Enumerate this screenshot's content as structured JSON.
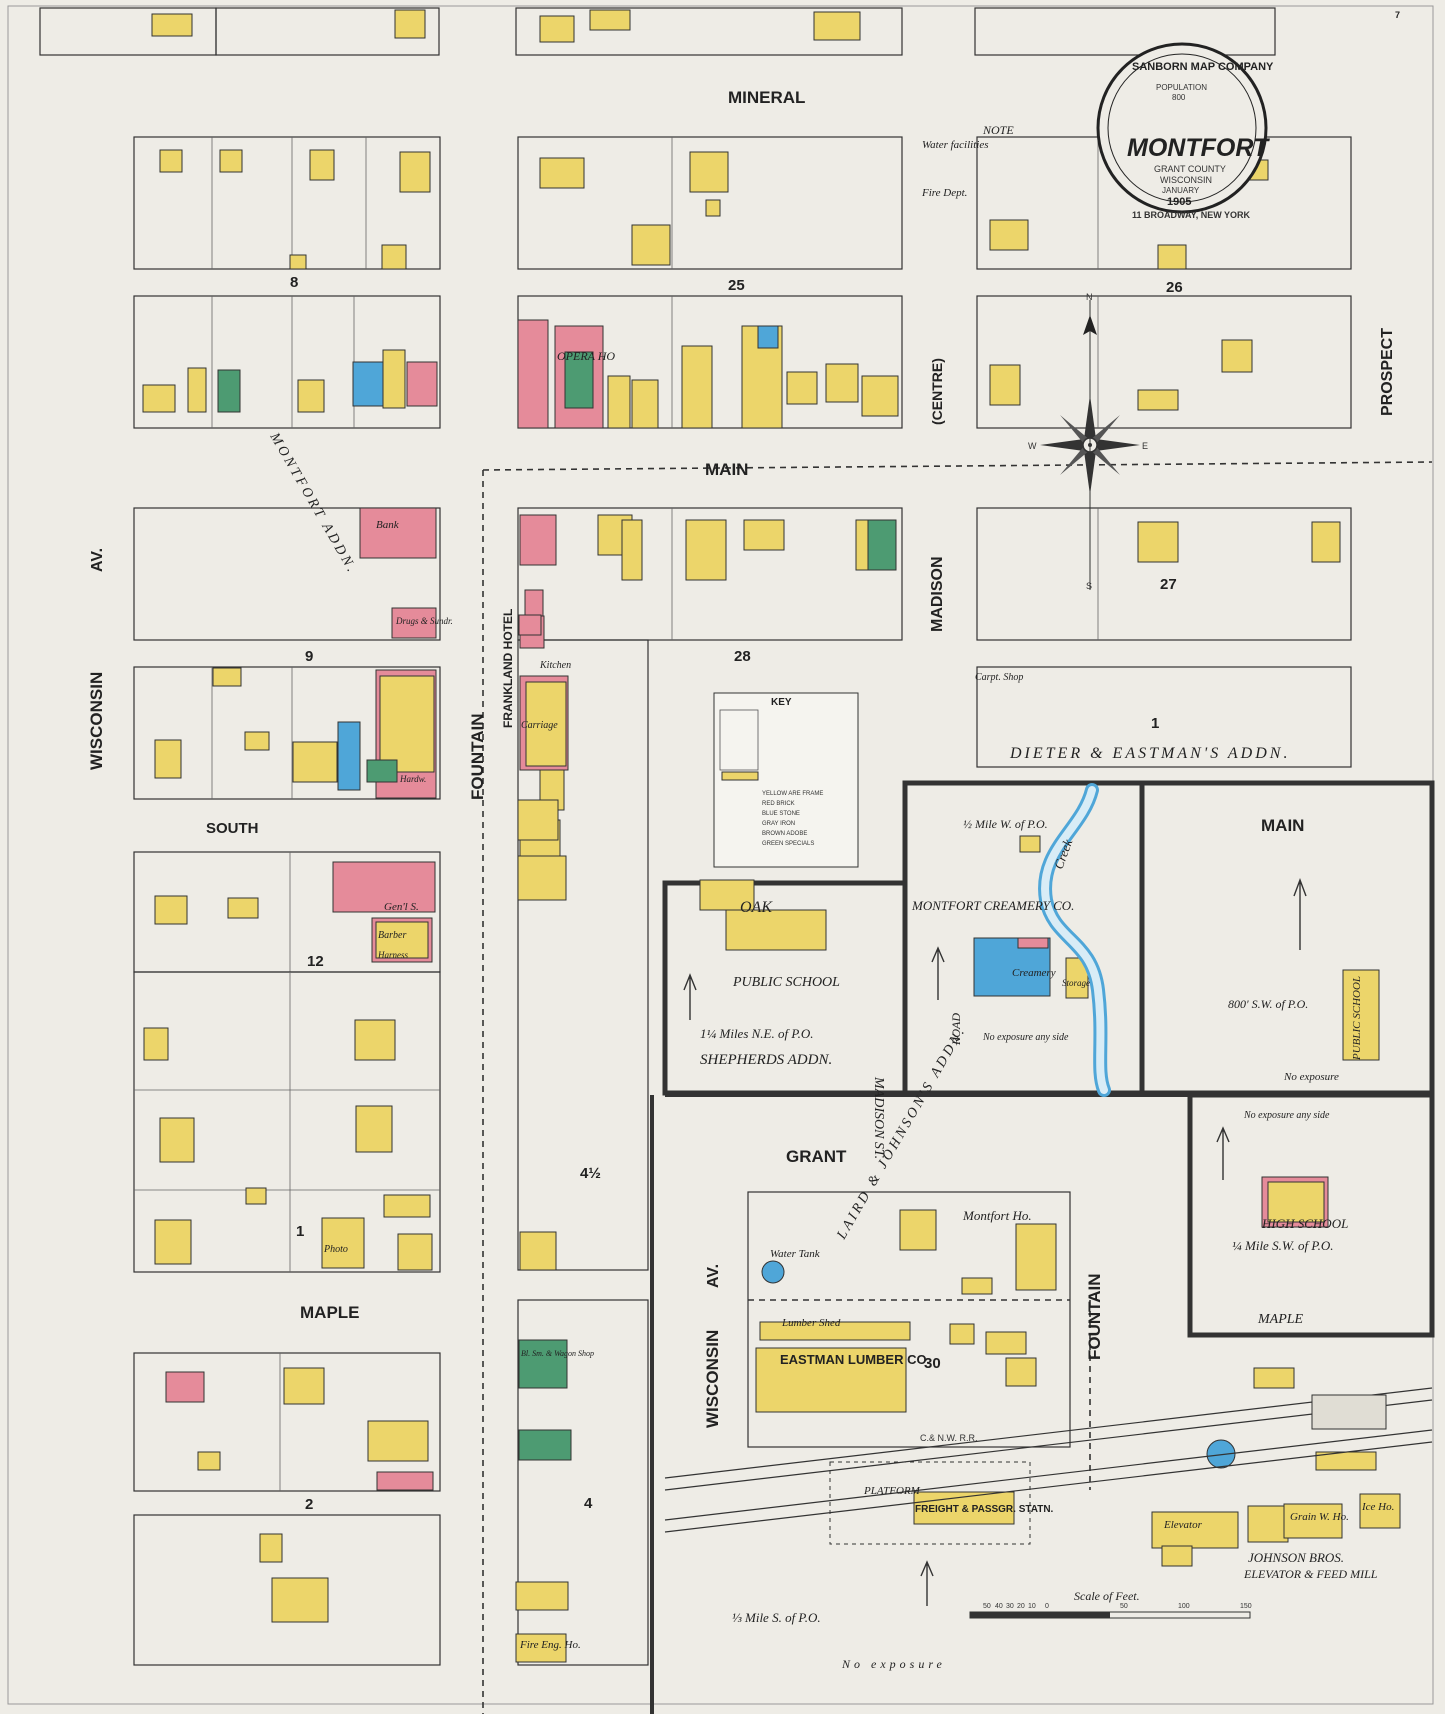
{
  "streets": {
    "mineral": "MINERAL",
    "main_left": "MAIN",
    "main_right": "MAIN",
    "south": "SOUTH",
    "maple": "MAPLE",
    "maple_right": "MAPLE",
    "grant": "GRANT",
    "oak": "OAK",
    "wisconsin_av": "WISCONSIN",
    "wisconsin_av_suffix": "AV.",
    "wisconsin_av_lower": "WISCONSIN",
    "wisconsin_av_lower_suffix": "AV.",
    "fountain": "FOUNTAIN",
    "fountain_lower": "FOUNTAIN",
    "madison": "MADISON",
    "centre": "(CENTRE)",
    "prospect": "PROSPECT",
    "madison_st": "MADISON ST.",
    "creek": "Creek",
    "road": "ROAD"
  },
  "blocks": [
    "8",
    "25",
    "26",
    "9",
    "28",
    "27",
    "1",
    "12",
    "1",
    "2",
    "4",
    "30",
    "4½"
  ],
  "buildings": {
    "opera_house": "OPERA HO",
    "frankland_hotel": "FRANKLAND HOTEL",
    "public_school": "PUBLIC SCHOOL",
    "public_school_2": "PUBLIC SCHOOL",
    "high_school": "HIGH SCHOOL",
    "creamery_co": "MONTFORT CREAMERY CO.",
    "creamery": "Creamery",
    "montfort_ho": "Montfort Ho.",
    "eastman_lumber": "EASTMAN LUMBER CO.",
    "lumber_shed": "Lumber Shed",
    "water_tank": "Water Tank",
    "freight_station": "FREIGHT & PASSGR. STATN.",
    "platform": "PLATFORM",
    "johnson_bros": "JOHNSON BROS.",
    "johnson_bros_sub": "ELEVATOR & FEED MILL",
    "elevator": "Elevator",
    "grain_wh": "Grain W. Ho.",
    "ice_ho": "Ice Ho.",
    "fire_eng": "Fire Eng. Ho.",
    "bank": "Bank",
    "drugs": "Drugs & Sundr.",
    "barber": "Barber",
    "genl_s": "Gen'l S.",
    "hardw": "Hardw.",
    "kitchen": "Kitchen",
    "carriage": "Carriage",
    "bl_sm": "Bl. Sm. & Wagon Shop",
    "photo": "Photo",
    "harness": "Harness",
    "storage": "Storage",
    "cornice": "Carpt. Shop",
    "railroad": "C.& N.W. R.R."
  },
  "annotations": {
    "dieter_eastman": "DIETER & EASTMAN'S ADDN.",
    "shepherds": "SHEPHERDS ADDN.",
    "shepherds_dist": "1¼ Miles N.E. of P.O.",
    "half_mile_w": "½ Mile W. of P.O.",
    "eight_hundred": "800' S.W. of P.O.",
    "quarter_mile": "¼ Mile S.W. of P.O.",
    "third_mile": "⅓ Mile S. of P.O.",
    "no_exposure": "No exposure",
    "no_exposure_any": "No exposure any side",
    "laird_johnsons": "LAIRD & JOHNSON'S ADDN.",
    "montfort_addn": "MONTFORT ADDN.",
    "note_title": "NOTE",
    "note_water": "Water facilities",
    "note_fire": "Fire Dept."
  },
  "cartouche": {
    "company": "SANBORN MAP COMPANY",
    "population_label": "POPULATION",
    "population": "800",
    "town": "MONTFORT",
    "county": "GRANT COUNTY",
    "state": "WISCONSIN",
    "month": "JANUARY",
    "year": "1905",
    "address": "11 BROADWAY, NEW YORK"
  },
  "key": {
    "title": "KEY",
    "colors": [
      "YELLOW ARE FRAME",
      "RED BRICK",
      "BLUE STONE",
      "GRAY IRON",
      "BROWN ADOBE",
      "GREEN SPECIALS"
    ]
  },
  "sheet_number": "7",
  "scale": {
    "label": "Scale of Feet.",
    "ticks": [
      "50",
      "40",
      "30",
      "20",
      "10",
      "0",
      "50",
      "100",
      "150"
    ]
  },
  "compass": {
    "n": "N",
    "s": "S",
    "e": "E",
    "w": "W"
  },
  "colors": {
    "frame": "#ecd56a",
    "brick": "#e58b9a",
    "stone": "#4fa6d8",
    "special": "#4d9b72",
    "paper": "#eeece6"
  }
}
